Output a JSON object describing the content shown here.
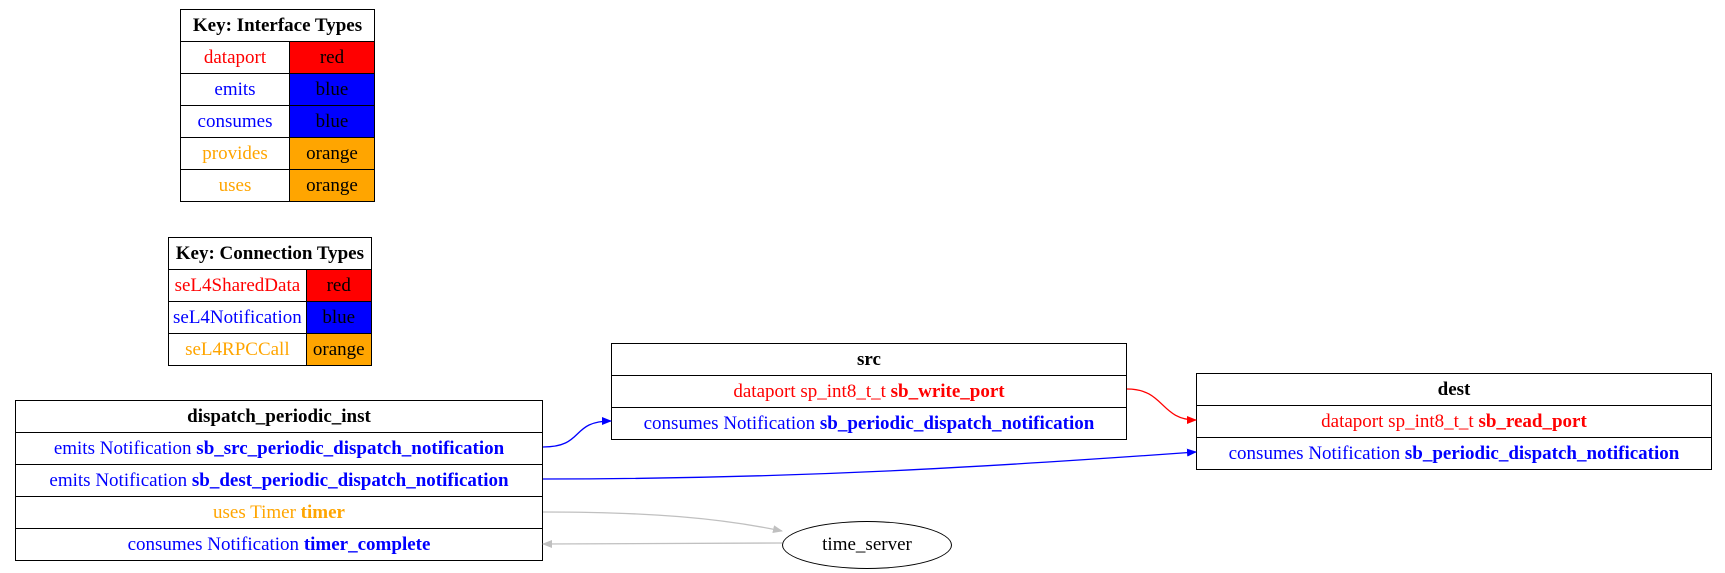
{
  "colors": {
    "red": "#ff0000",
    "blue": "#0000ff",
    "orange": "#ffa500",
    "grey": "#c0c0c0"
  },
  "interface_key": {
    "title": "Key: Interface Types",
    "rows": [
      {
        "name": "dataport",
        "color_name": "red"
      },
      {
        "name": "emits",
        "color_name": "blue"
      },
      {
        "name": "consumes",
        "color_name": "blue"
      },
      {
        "name": "provides",
        "color_name": "orange"
      },
      {
        "name": "uses",
        "color_name": "orange"
      }
    ]
  },
  "connection_key": {
    "title": "Key: Connection Types",
    "rows": [
      {
        "name": "seL4SharedData",
        "color_name": "red"
      },
      {
        "name": "seL4Notification",
        "color_name": "blue"
      },
      {
        "name": "seL4RPCCall",
        "color_name": "orange"
      }
    ]
  },
  "dispatch": {
    "name": "dispatch_periodic_inst",
    "ports": [
      {
        "kind": "emits",
        "type": "Notification",
        "name": "sb_src_periodic_dispatch_notification"
      },
      {
        "kind": "emits",
        "type": "Notification",
        "name": "sb_dest_periodic_dispatch_notification"
      },
      {
        "kind": "uses",
        "type": "Timer",
        "name": "timer"
      },
      {
        "kind": "consumes",
        "type": "Notification",
        "name": "timer_complete"
      }
    ]
  },
  "src": {
    "name": "src",
    "ports": [
      {
        "kind": "dataport",
        "type": "sp_int8_t_t",
        "name": "sb_write_port"
      },
      {
        "kind": "consumes",
        "type": "Notification",
        "name": "sb_periodic_dispatch_notification"
      }
    ]
  },
  "dest": {
    "name": "dest",
    "ports": [
      {
        "kind": "dataport",
        "type": "sp_int8_t_t",
        "name": "sb_read_port"
      },
      {
        "kind": "consumes",
        "type": "Notification",
        "name": "sb_periodic_dispatch_notification"
      }
    ]
  },
  "time_server": {
    "name": "time_server"
  }
}
